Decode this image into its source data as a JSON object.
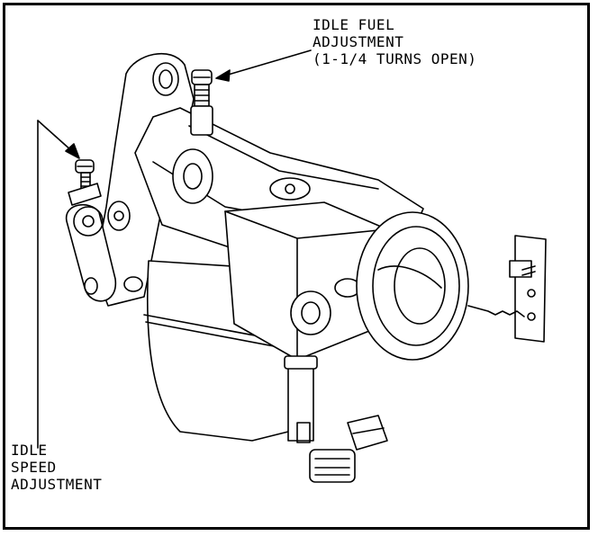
{
  "callouts": {
    "idle_fuel": {
      "line1": "IDLE FUEL",
      "line2": "ADJUSTMENT",
      "line3": "(1-1/4 TURNS OPEN)"
    },
    "idle_speed": {
      "line1": "IDLE",
      "line2": "SPEED",
      "line3": "ADJUSTMENT"
    }
  },
  "colors": {
    "ink": "#000000",
    "paper": "#ffffff"
  }
}
